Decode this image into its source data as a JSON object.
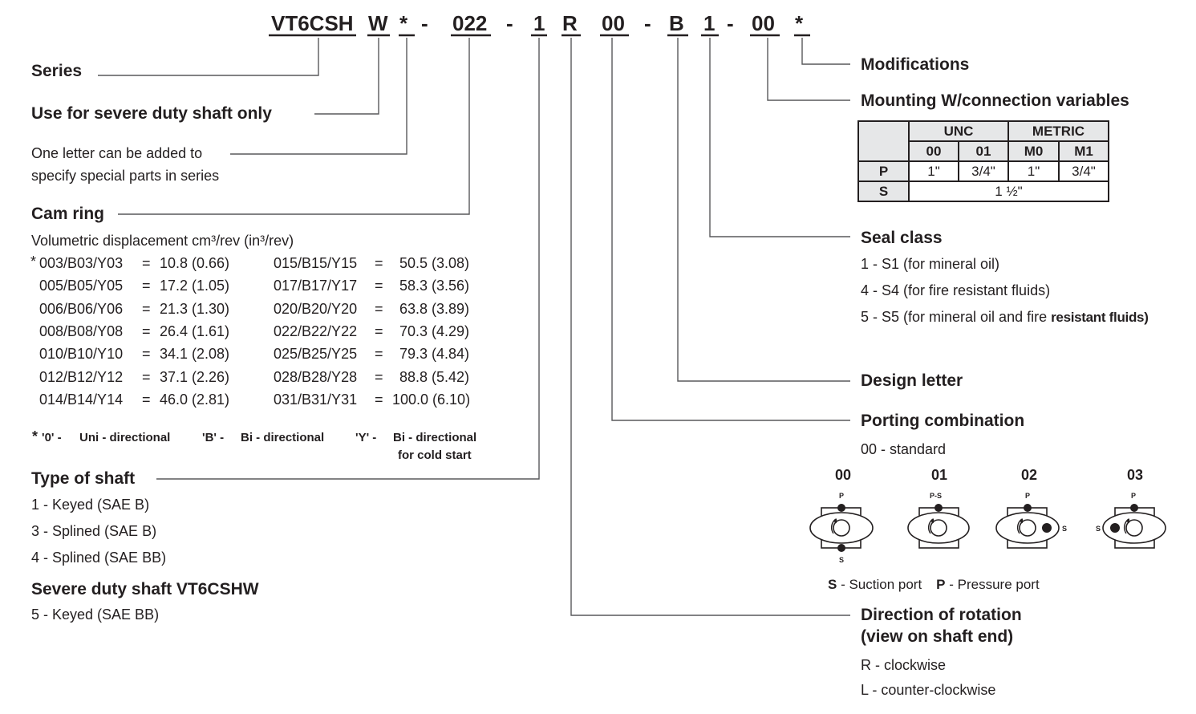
{
  "code_segments": [
    "VT6CSH",
    "W",
    "*",
    "022",
    "1",
    "R",
    "00",
    "B",
    "1",
    "00",
    "*"
  ],
  "code_separators": [
    "-",
    "-",
    "-",
    "-",
    "-"
  ],
  "left": {
    "series": {
      "title": "Series"
    },
    "severe": {
      "title": "Use for severe duty shaft only"
    },
    "special": {
      "line1": "One letter can be added to",
      "line2": "specify special parts in series"
    },
    "cam": {
      "title": "Cam ring",
      "subtitle": "Volumetric displacement cm³/rev (in³/rev)",
      "col1": [
        {
          "code": "003/B03/Y03",
          "val": "10.8 (0.66)"
        },
        {
          "code": "005/B05/Y05",
          "val": "17.2 (1.05)"
        },
        {
          "code": "006/B06/Y06",
          "val": "21.3 (1.30)"
        },
        {
          "code": "008/B08/Y08",
          "val": "26.4 (1.61)"
        },
        {
          "code": "010/B10/Y10",
          "val": "34.1 (2.08)"
        },
        {
          "code": "012/B12/Y12",
          "val": "37.1 (2.26)"
        },
        {
          "code": "014/B14/Y14",
          "val": "46.0 (2.81)"
        }
      ],
      "col2": [
        {
          "code": "015/B15/Y15",
          "val": "50.5 (3.08)"
        },
        {
          "code": "017/B17/Y17",
          "val": "58.3 (3.56)"
        },
        {
          "code": "020/B20/Y20",
          "val": "63.8 (3.89)"
        },
        {
          "code": "022/B22/Y22",
          "val": "70.3 (4.29)"
        },
        {
          "code": "025/B25/Y25",
          "val": "79.3 (4.84)"
        },
        {
          "code": "028/B28/Y28",
          "val": "88.8 (5.42)"
        },
        {
          "code": "031/B31/Y31",
          "val": "100.0 (6.10)"
        }
      ],
      "star": "*",
      "equals": "=",
      "footnote": {
        "star": "*",
        "k0": "'0' -",
        "v0": "Uni - directional",
        "kB": "'B' -",
        "vB": "Bi - directional",
        "kY": "'Y' -",
        "vY1": "Bi - directional",
        "vY2": "for cold start"
      }
    },
    "shaft": {
      "title": "Type of shaft",
      "items": [
        "1 - Keyed (SAE B)",
        "3 - Splined (SAE B)",
        "4 - Splined (SAE BB)"
      ]
    },
    "severe_shaft": {
      "title": "Severe duty shaft VT6CSHW",
      "items": [
        "5 - Keyed (SAE  BB)"
      ]
    }
  },
  "right": {
    "modifications": {
      "title": "Modifications"
    },
    "mounting": {
      "title": "Mounting W/connection variables",
      "unc": "UNC",
      "metric": "METRIC",
      "cols": [
        "00",
        "01",
        "M0",
        "M1"
      ],
      "row_p": {
        "label": "P",
        "values": [
          "1\"",
          "3/4\"",
          "1\"",
          "3/4\""
        ]
      },
      "row_s": {
        "label": "S",
        "value": "1 ½\""
      }
    },
    "seal": {
      "title": "Seal class",
      "items": [
        "1 - S1 (for mineral oil)",
        "4 - S4 (for fire resistant fluids)"
      ],
      "item3_a": "5 - S5 (for mineral oil and fire ",
      "item3_b": "resistant fluids)"
    },
    "design": {
      "title": "Design letter"
    },
    "porting": {
      "title": "Porting combination",
      "standard": "00 - standard",
      "diagrams": [
        {
          "label": "00",
          "top": "P",
          "bottom": "S",
          "side": ""
        },
        {
          "label": "01",
          "top": "P-S",
          "bottom": "",
          "side": ""
        },
        {
          "label": "02",
          "top": "P",
          "bottom": "",
          "side": "S"
        },
        {
          "label": "03",
          "top": "P",
          "bottom": "",
          "side": "S"
        }
      ],
      "legend": {
        "s": "S",
        "s_text": " - Suction port",
        "p": "P",
        "p_text": " - Pressure port"
      }
    },
    "rotation": {
      "title1": "Direction of rotation",
      "title2": "(view on shaft end)",
      "items": [
        "R - clockwise",
        "L - counter-clockwise"
      ]
    }
  }
}
